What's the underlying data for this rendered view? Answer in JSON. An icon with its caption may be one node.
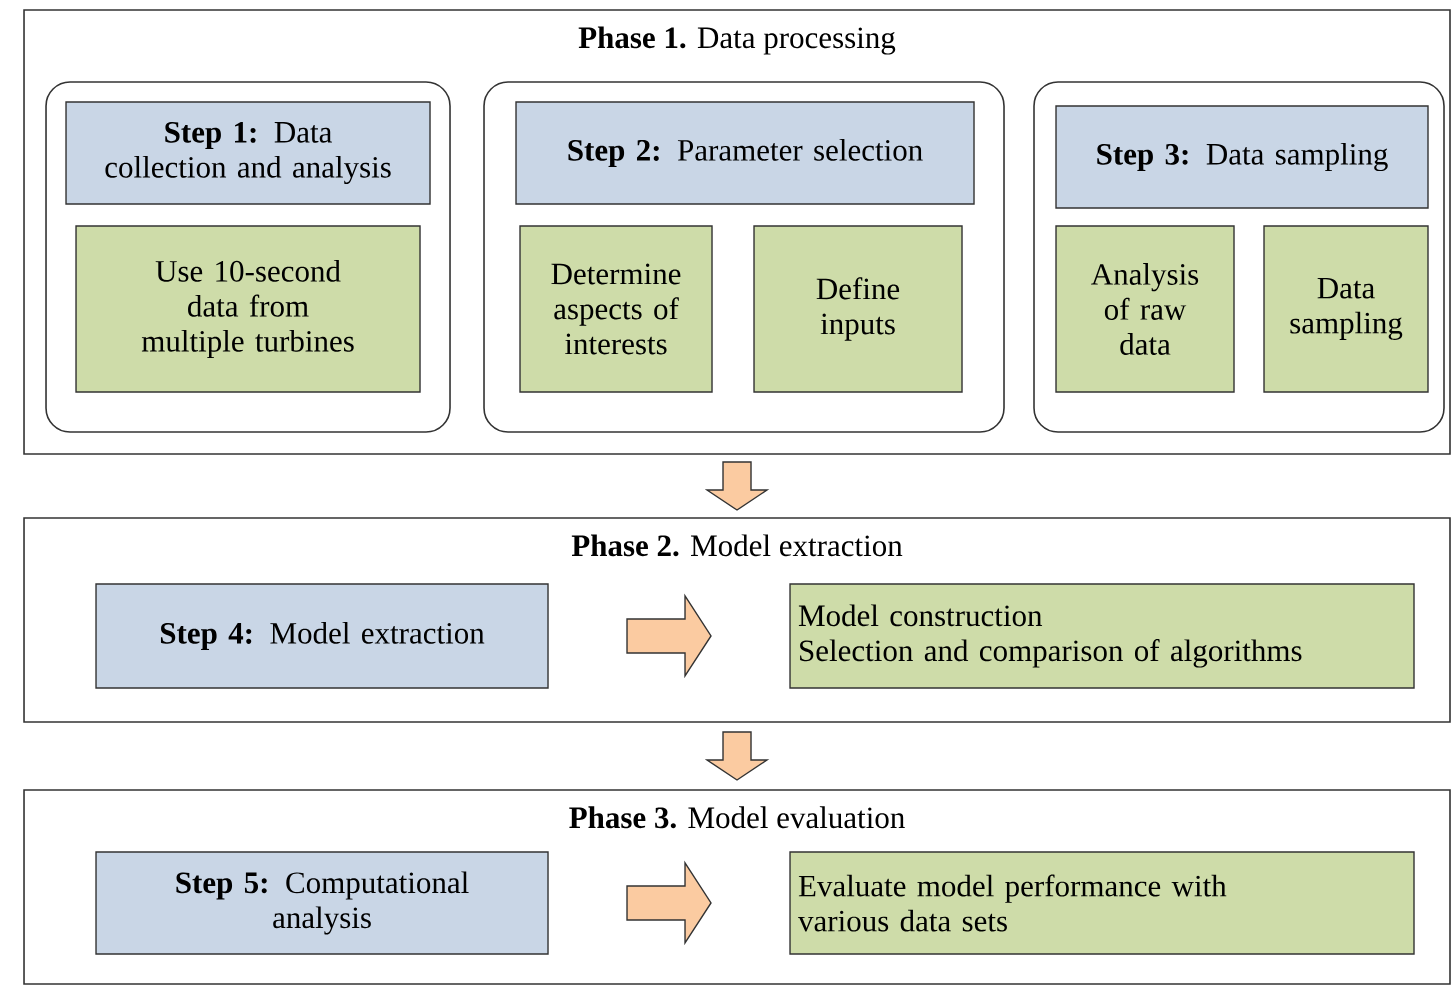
{
  "diagram": {
    "nodes": [
      {
        "text": [
          "**Phase 1.** Data processing"
        ]
      },
      {
        "text": [],
        "shape": "box",
        "in": 0
      },
      {
        "text": [
          "**Step 1:** Data collection and analysis"
        ],
        "in": 1
      },
      {
        "text": [
          "Use 10-second data from multiple turbines"
        ],
        "in": 1
      },
      {
        "text": [],
        "shape": "box",
        "in": 0
      },
      {
        "text": [
          "**Step 2:** Parameter selection"
        ],
        "in": 4
      },
      {
        "text": [
          "Determine aspects of interests"
        ],
        "in": 4
      },
      {
        "text": [
          "Define inputs"
        ],
        "in": 4
      },
      {
        "text": [],
        "shape": "box",
        "in": 0
      },
      {
        "text": [
          "**Step 3:** Data sampling"
        ],
        "in": 8
      },
      {
        "text": [
          "Analysis of raw data"
        ],
        "in": 8
      },
      {
        "text": [
          "Data sampling"
        ],
        "in": 8
      },
      {
        "text": [
          "**Phase 2.** Model extraction"
        ]
      },
      {
        "text": [
          "**Step 4:** Model extraction"
        ],
        "in": 12
      },
      {
        "text": [
          "Model construction",
          "Selection and comparison of algorithms"
        ],
        "in": 12
      },
      {
        "text": [
          "**Phase 3.** Model evaluation"
        ]
      },
      {
        "text": [
          "**Step 5:** Computational analysis"
        ],
        "in": 15
      },
      {
        "text": [
          "Evaluate model performance with various data sets"
        ],
        "in": 15
      }
    ],
    "edges": [
      {
        "from": 0,
        "to": 12,
        "arrow": "to"
      },
      {
        "from": 12,
        "to": 15,
        "arrow": "to"
      },
      {
        "from": 13,
        "to": 14,
        "arrow": "to"
      },
      {
        "from": 16,
        "to": 17,
        "arrow": "to"
      }
    ]
  }
}
